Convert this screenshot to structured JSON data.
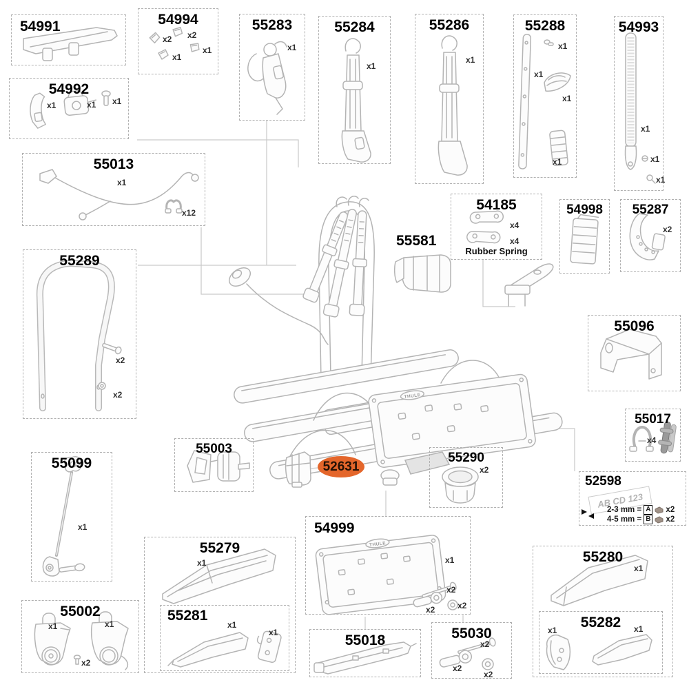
{
  "colors": {
    "highlight": "#e4662b",
    "line_art": "#b4b4b4",
    "box_border": "#b0b0b0"
  },
  "assembly": {
    "logo": "THULE"
  },
  "boxes": {
    "p54991": {
      "label": "54991"
    },
    "p54994": {
      "label": "54994",
      "qty": [
        "x2",
        "x2",
        "x1",
        "x1"
      ]
    },
    "p54992": {
      "label": "54992",
      "qty": [
        "x1",
        "x1",
        "x1"
      ]
    },
    "p55283": {
      "label": "55283",
      "qty": [
        "x1"
      ]
    },
    "p55284": {
      "label": "55284",
      "qty": [
        "x1"
      ]
    },
    "p55286": {
      "label": "55286",
      "qty": [
        "x1"
      ]
    },
    "p55288": {
      "label": "55288",
      "qty": [
        "x1",
        "x1",
        "x1",
        "x1"
      ]
    },
    "p54993": {
      "label": "54993",
      "qty": [
        "x1",
        "x1",
        "x1"
      ]
    },
    "p55013": {
      "label": "55013",
      "qty": [
        "x1",
        "x12"
      ]
    },
    "p55289": {
      "label": "55289",
      "qty": [
        "x2",
        "x2"
      ]
    },
    "p54185": {
      "label": "54185",
      "qty": [
        "x4",
        "x4"
      ],
      "caption": "Rubber Spring"
    },
    "p54998": {
      "label": "54998"
    },
    "p55287": {
      "label": "55287",
      "qty": [
        "x2"
      ]
    },
    "p55581": {
      "label": "55581"
    },
    "p55096": {
      "label": "55096"
    },
    "p55017": {
      "label": "55017",
      "qty": [
        "x4"
      ]
    },
    "p52598": {
      "label": "52598",
      "plate": "AB CD 123",
      "rows": [
        {
          "range": "2-3 mm =",
          "letter": "A",
          "qty": "x2"
        },
        {
          "range": "4-5 mm =",
          "letter": "B",
          "qty": "x2"
        }
      ]
    },
    "p55099": {
      "label": "55099",
      "qty": [
        "x1"
      ]
    },
    "p55003": {
      "label": "55003"
    },
    "p52631": {
      "label": "52631"
    },
    "p55290": {
      "label": "55290",
      "qty": [
        "x2"
      ]
    },
    "p54999": {
      "label": "54999",
      "logo": "THULE",
      "qty": [
        "x1",
        "x2",
        "x2",
        "x2"
      ]
    },
    "p55279": {
      "label": "55279",
      "qty": [
        "x1"
      ]
    },
    "p55281": {
      "label": "55281",
      "qty": [
        "x1",
        "x1"
      ]
    },
    "p55002": {
      "label": "55002",
      "qty": [
        "x1",
        "x1",
        "x2"
      ]
    },
    "p55018": {
      "label": "55018"
    },
    "p55030": {
      "label": "55030",
      "qty": [
        "x2",
        "x2",
        "x2"
      ]
    },
    "p55280": {
      "label": "55280",
      "qty": [
        "x1"
      ]
    },
    "p55282": {
      "label": "55282",
      "qty": [
        "x1",
        "x1"
      ]
    }
  }
}
